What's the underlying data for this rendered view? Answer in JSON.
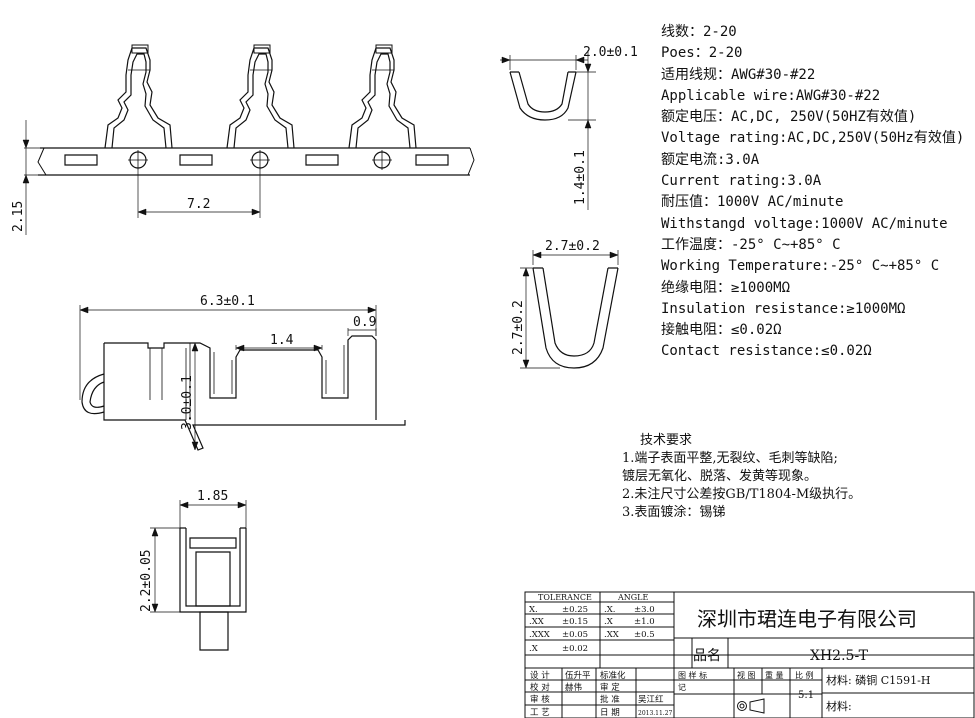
{
  "specs": [
    "线数：2-20",
    "Poes：2-20",
    "适用线规：AWG#30-#22",
    "Applicable wire:AWG#30-#22",
    "额定电压：AC,DC, 250V(50HZ有效值)",
    "Voltage rating:AC,DC,250V(50Hz有效值)",
    "额定电流:3.0A",
    "Current rating:3.0A",
    "耐压值：1000V AC/minute",
    "Withstangd voltage:1000V AC/minute",
    "工作温度：-25° C~+85° C",
    "Working Temperature:-25° C~+85° C",
    "绝缘电阻：≥1000MΩ",
    "Insulation resistance:≥1000MΩ",
    "接触电阻：≤0.02Ω",
    "Contact resistance:≤0.02Ω"
  ],
  "tech_title": "技术要求",
  "tech_items": [
    "1.端子表面平整,无裂纹、毛刺等缺陷;",
    "   镀层无氧化、脱落、发黄等现象。",
    "2.未注尺寸公差按GB/T1804-M级执行。",
    "3.表面镀涂：锡锑"
  ],
  "dims": {
    "d215": "2.15",
    "d72": "7.2",
    "d20": "2.0±0.1",
    "d14v": "1.4±0.1",
    "d27w": "2.7±0.2",
    "d27h": "2.7±0.2",
    "d63": "6.3±0.1",
    "d09": "0.9",
    "d14": "1.4",
    "d30": "3.0±0.1",
    "d185": "1.85",
    "d22": "2.2±0.05"
  },
  "title_block": {
    "tolerance_header": "TOLERANCE",
    "angle_header": "ANGLE",
    "tol_rows": [
      [
        "X.",
        "±0.25"
      ],
      [
        ".XX",
        "±0.15"
      ],
      [
        ".XXX",
        "±0.05"
      ],
      [
        ".X",
        "±0.02"
      ]
    ],
    "ang_rows": [
      [
        ".X.",
        "±3.0"
      ],
      [
        ".X",
        "±1.0"
      ],
      [
        ".XX",
        "±0.5"
      ]
    ],
    "company": "深圳市珺连电子有限公司",
    "product_label": "品名",
    "product": "XH2.5-T",
    "sig_rows": [
      [
        "设 计",
        "伍升平",
        "标准化",
        ""
      ],
      [
        "校 对",
        "赫伟",
        "审 定",
        ""
      ],
      [
        "审 核",
        "",
        "批 准",
        "吴江红"
      ],
      [
        "工 艺",
        "",
        "日 期",
        "2013.11.27"
      ]
    ],
    "header_cells": [
      "图 样 标",
      "记",
      "视 图",
      "重 量",
      "比 例"
    ],
    "scale": "5:1",
    "material_label1": "材料: 磷铜 C1591-H",
    "material_label2": "材料:"
  }
}
